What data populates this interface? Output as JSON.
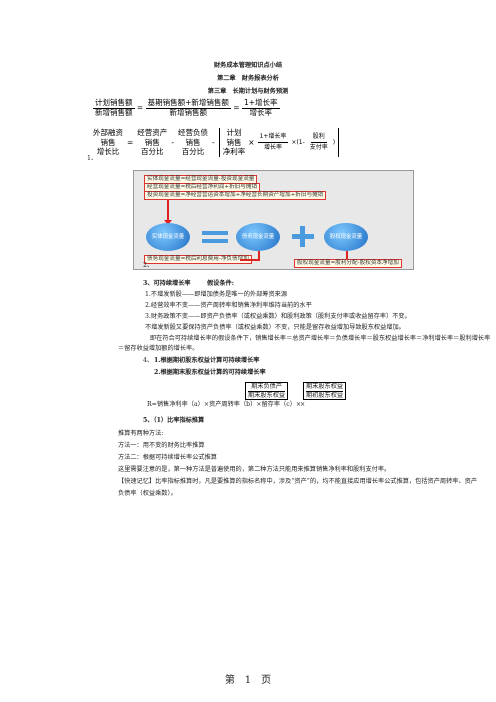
{
  "doc": {
    "title": "财务成本管理知识点小结",
    "chapter2": "第二章　财务报表分析",
    "chapter3": "第三章　长期计划与财务预测",
    "item1": "1、",
    "item2": "2、",
    "item3_label": "3、可持续增长率",
    "item3_assume": "假设条件:",
    "assumptions": [
      "1.不增发新股——即增加债务是唯一的外部筹资来源",
      "2.经营效率不变——资产周转率和销售净利率维持当前的水平",
      "3.财务政策不变——即资产负债率（或权益乘数）和股利政策（股利支付率或收益留存率）不变。",
      "不增发新股又要保持资产负债率（或权益乘数）不变，只能是留存收益增加导致股东权益增加。"
    ],
    "para_1": "即在符合可持续增长率的假设条件下，销售增长率＝总资产增长率＝负债增长率＝股东权益增长率＝净利增长率＝股利增长率",
    "para_2": "＝留存收益增加额的增长率。",
    "item4_label": "4、",
    "item4_1": "1.根据期初股东权益计算可持续增长率",
    "item4_2": "2.根据期末股东权益计算的可持续增长率",
    "formula4_prefix": "R=销售净利率（a）×资产周转率（b）×留存率（c）×",
    "formula4_box1": "期末负债产",
    "formula4_box2": "期末股东权益",
    "formula4_box3": "期末股东权益",
    "formula4_box4": "期初股东权益",
    "item5_label": "5、（1）比率指标推算",
    "p5_a": "推算有两种方法:",
    "p5_b": "方法一：用不变的财务比率推算",
    "p5_c": "方法二：根据可持续增长率公式推算",
    "p5_d": "这里需要注意的是，第一种方法是普遍使用的，第二种方法只能用来推算销售净利率和股利支付率。",
    "p5_e": "【快速记忆】比率指标推算时，凡是要推算的指标名称中，涉及“资产”的，均不能直接应用增长率公式推算，包括资产周转率、资产",
    "p5_f": "负债率（权益乘数）。",
    "footer": "第　1　页"
  },
  "formula1": {
    "lhs_top": "计划销售额",
    "lhs_bot": "新增销售额",
    "mid_num": "基期销售额+新增销售额",
    "mid_den": "新增销售额",
    "rhs_num": "1+增长率",
    "rhs_den": "增长率"
  },
  "formula2": {
    "a1": "外部融资",
    "a2": "销售",
    "a3": "增长比",
    "b1": "经营资产",
    "b2": "销售",
    "b3": "百分比",
    "c1": "经营负债",
    "c2": "销售",
    "c3": "百分比",
    "d1": "计划",
    "d2": "销售",
    "d3": "净利率",
    "e_num": "1+增长率",
    "e_den": "增长率",
    "f1": "×(1-",
    "f_num": "股利",
    "f_den": "支付率",
    "f2": ")"
  },
  "diagram": {
    "box1": "实体现金流量=经营现金流量-投资现金流量",
    "box2": "经营现金流量=税后经营净利润+折旧与摊销",
    "box3": "投资现金流量=净经营营运资本增加+净经营长期资产增加+折旧与摊销",
    "e1": "实体现金流量",
    "e2": "债务现金流量",
    "e3": "股权现金流量",
    "box4": "债务现金流量=税后利息费用-净负债增加",
    "box5": "股权现金流量=股利分配-股权资本净增加"
  }
}
